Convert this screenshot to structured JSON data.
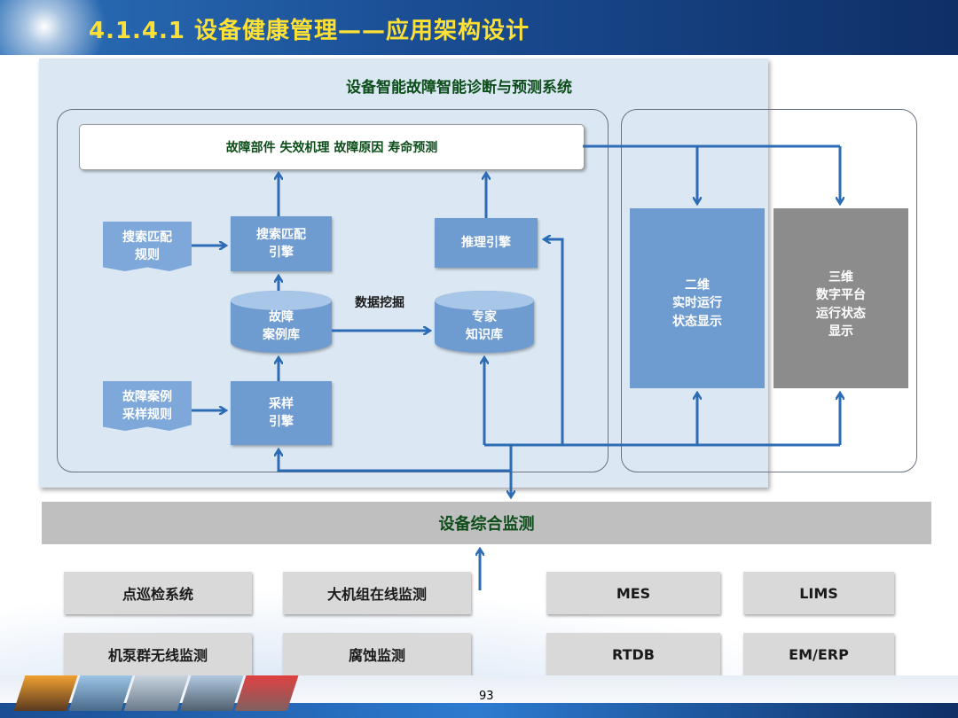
{
  "header": {
    "title": "4.1.4.1 设备健康管理——应用架构设计"
  },
  "panel": {
    "title": "设备智能故障智能诊断与预测系统"
  },
  "result_bar": {
    "label": "故障部件  失效机理  故障原因  寿命预测"
  },
  "rules": {
    "search_rule": {
      "line1": "搜索匹配",
      "line2": "规则"
    },
    "sampling_rule": {
      "line1": "故障案例",
      "line2": "采样规则"
    }
  },
  "engines": {
    "search_match": {
      "line1": "搜索匹配",
      "line2": "引擎"
    },
    "inference": {
      "line1": "推理引擎"
    },
    "sampling": {
      "line1": "采样",
      "line2": "引擎"
    }
  },
  "databases": {
    "fault_cases": {
      "line1": "故障",
      "line2": "案例库"
    },
    "expert_knowledge": {
      "line1": "专家",
      "line2": "知识库"
    }
  },
  "data_mining_label": "数据挖掘",
  "displays": {
    "two_d": {
      "line1": "二维",
      "line2": "实时运行",
      "line3": "状态显示"
    },
    "three_d": {
      "line1": "三维",
      "line2": "数字平台",
      "line3": "运行状态",
      "line4": "显示"
    }
  },
  "monitoring": {
    "label": "设备综合监测"
  },
  "sources": {
    "left": [
      {
        "label": "点巡检系统"
      },
      {
        "label": "大机组在线监测"
      },
      {
        "label": "机泵群无线监测"
      },
      {
        "label": "腐蚀监测"
      }
    ],
    "right": [
      {
        "label": "MES"
      },
      {
        "label": "LIMS"
      },
      {
        "label": "RTDB"
      },
      {
        "label": "EM/ERP"
      }
    ]
  },
  "footer": {
    "page_number": "93"
  },
  "colors": {
    "header_title": "#ffe135",
    "green_text": "#0d4d1a",
    "engine_blue": "#6e9bd0",
    "arrow_blue": "#2c6cb5",
    "panel_bg": "#dbe8f4",
    "gray_3d": "#8c8c8c",
    "monitor_gray": "#bfbfbf",
    "source_gray": "#d9d9d9"
  }
}
